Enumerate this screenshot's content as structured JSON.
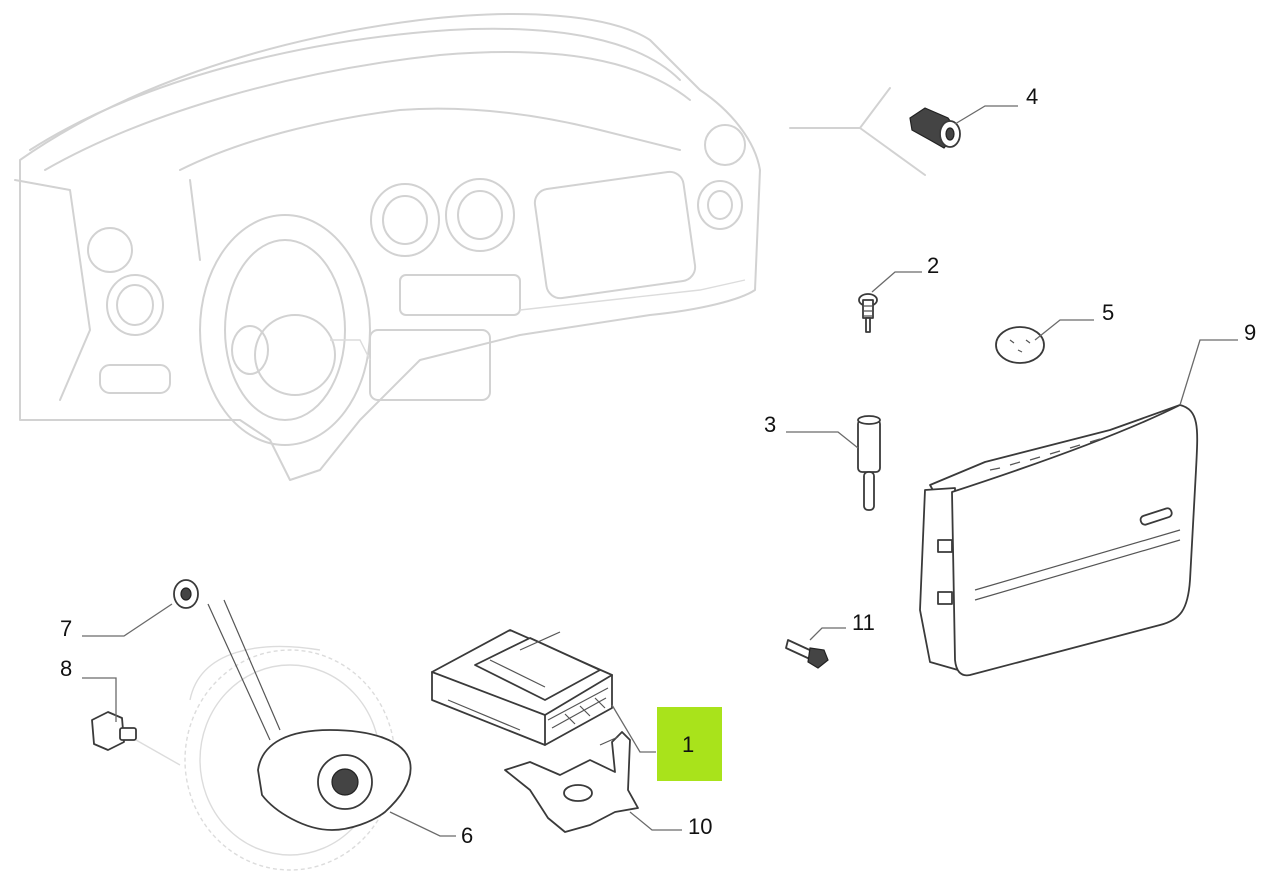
{
  "callouts": [
    {
      "id": "1",
      "label": "1",
      "highlighted": true
    },
    {
      "id": "2",
      "label": "2"
    },
    {
      "id": "3",
      "label": "3"
    },
    {
      "id": "4",
      "label": "4"
    },
    {
      "id": "5",
      "label": "5"
    },
    {
      "id": "6",
      "label": "6"
    },
    {
      "id": "7",
      "label": "7"
    },
    {
      "id": "8",
      "label": "8"
    },
    {
      "id": "9",
      "label": "9"
    },
    {
      "id": "10",
      "label": "10"
    },
    {
      "id": "11",
      "label": "11"
    }
  ],
  "colors": {
    "highlight": "#a9e31b",
    "ghost_lines": "#d2d2d2",
    "part_lines": "#3a3a3a"
  }
}
